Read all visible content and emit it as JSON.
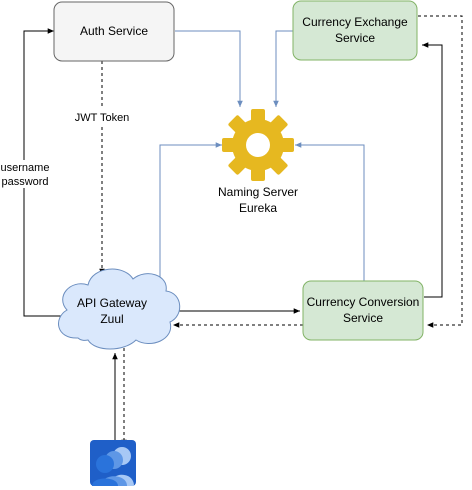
{
  "nodes": {
    "auth": {
      "label": "Auth Service"
    },
    "exchange": {
      "line1": "Currency Exchange",
      "line2": "Service"
    },
    "naming": {
      "line1": "Naming Server",
      "line2": "Eureka"
    },
    "gateway": {
      "line1": "API Gateway",
      "line2": "Zuul"
    },
    "conversion": {
      "line1": "Currency Conversion",
      "line2": "Service"
    },
    "user": {
      "icon": "users-icon"
    }
  },
  "edges": {
    "jwt": {
      "label": "JWT Token"
    },
    "credentials": {
      "line1": "username",
      "line2": "password"
    }
  },
  "colors": {
    "neutral_fill": "#f5f5f5",
    "neutral_stroke": "#666666",
    "green_fill": "#d5e8d4",
    "green_stroke": "#82b366",
    "cloud_fill": "#dae8fc",
    "cloud_stroke": "#6c8ebf",
    "gear": "#e6b820",
    "blue_line": "#6c8ebf"
  }
}
